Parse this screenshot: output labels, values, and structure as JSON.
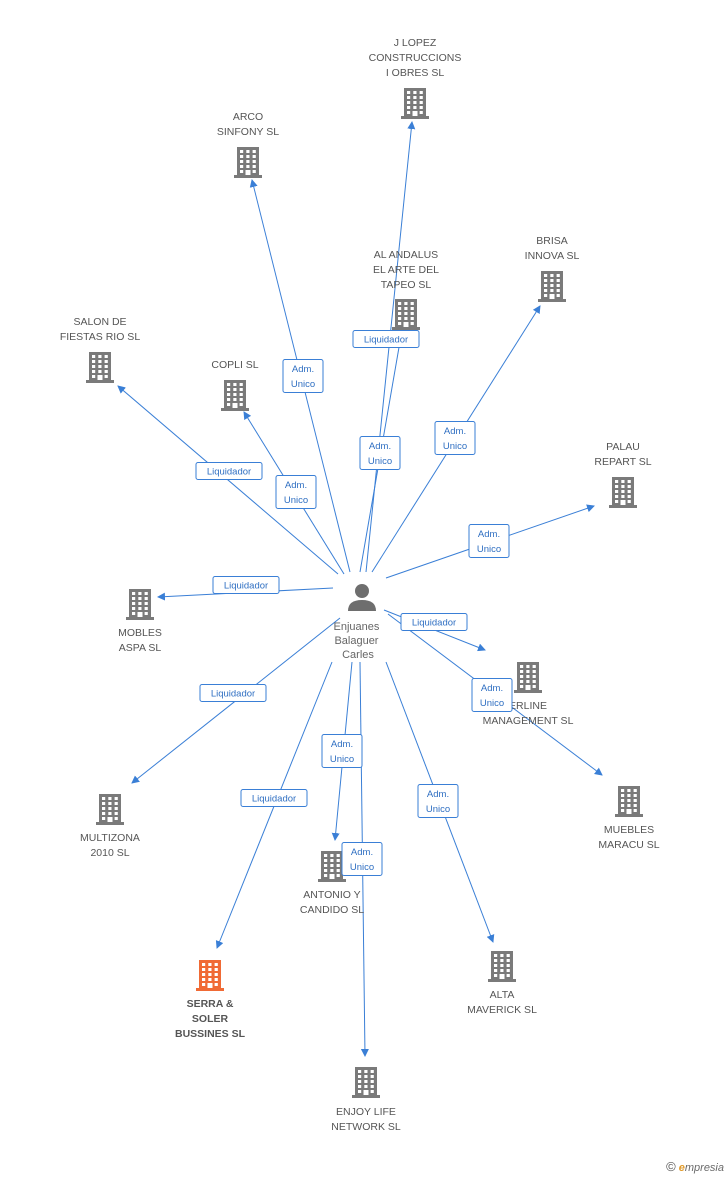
{
  "person": {
    "name_lines": [
      "Enjuanes",
      "Balaguer",
      "Carles"
    ]
  },
  "colors": {
    "edge": "#3a7fd6",
    "building": "#7a7a7a",
    "building_highlight": "#f06a35",
    "person": "#6e6e6e"
  },
  "companies": [
    {
      "id": "jlopez",
      "lines": [
        "J LOPEZ",
        "CONSTRUCCIONS",
        "I OBRES SL"
      ],
      "highlight": false
    },
    {
      "id": "arco",
      "lines": [
        "ARCO",
        "SINFONY SL"
      ],
      "highlight": false
    },
    {
      "id": "alandalus",
      "lines": [
        "AL ANDALUS",
        "EL ARTE DEL",
        "TAPEO SL"
      ],
      "highlight": false
    },
    {
      "id": "brisa",
      "lines": [
        "BRISA",
        "INNOVA SL"
      ],
      "highlight": false
    },
    {
      "id": "salon",
      "lines": [
        "SALON DE",
        "FIESTAS RIO SL"
      ],
      "highlight": false
    },
    {
      "id": "copli",
      "lines": [
        "COPLI SL"
      ],
      "highlight": false
    },
    {
      "id": "palau",
      "lines": [
        "PALAU",
        "REPART SL"
      ],
      "highlight": false
    },
    {
      "id": "mobles",
      "lines": [
        "MOBLES",
        "ASPA SL"
      ],
      "highlight": false
    },
    {
      "id": "erline",
      "lines": [
        "ERLINE",
        "MANAGEMENT SL"
      ],
      "highlight": false
    },
    {
      "id": "multizona",
      "lines": [
        "MULTIZONA",
        "2010 SL"
      ],
      "highlight": false
    },
    {
      "id": "muebles",
      "lines": [
        "MUEBLES",
        "MARACU SL"
      ],
      "highlight": false
    },
    {
      "id": "antonio",
      "lines": [
        "ANTONIO Y",
        "CANDIDO SL"
      ],
      "highlight": false
    },
    {
      "id": "serra",
      "lines": [
        "SERRA &",
        "SOLER",
        "BUSSINES SL"
      ],
      "highlight": true
    },
    {
      "id": "alta",
      "lines": [
        "ALTA",
        "MAVERICK SL"
      ],
      "highlight": false
    },
    {
      "id": "enjoy",
      "lines": [
        "ENJOY LIFE",
        "NETWORK SL"
      ],
      "highlight": false
    }
  ],
  "relations": [
    {
      "target": "jlopez",
      "lines": [
        "Adm.",
        "Unico"
      ]
    },
    {
      "target": "arco",
      "lines": [
        "Adm.",
        "Unico"
      ]
    },
    {
      "target": "alandalus",
      "lines": [
        "Liquidador"
      ]
    },
    {
      "target": "brisa",
      "lines": [
        "Adm.",
        "Unico"
      ]
    },
    {
      "target": "salon",
      "lines": [
        "Liquidador"
      ]
    },
    {
      "target": "copli",
      "lines": [
        "Adm.",
        "Unico"
      ]
    },
    {
      "target": "palau",
      "lines": [
        "Adm.",
        "Unico"
      ]
    },
    {
      "target": "mobles",
      "lines": [
        "Liquidador"
      ]
    },
    {
      "target": "erline",
      "lines": [
        "Liquidador"
      ]
    },
    {
      "target": "multizona",
      "lines": [
        "Liquidador"
      ]
    },
    {
      "target": "muebles",
      "lines": [
        "Adm.",
        "Unico"
      ]
    },
    {
      "target": "antonio",
      "lines": [
        "Adm.",
        "Unico"
      ]
    },
    {
      "target": "serra",
      "lines": [
        "Liquidador"
      ]
    },
    {
      "target": "alta",
      "lines": [
        "Adm.",
        "Unico"
      ]
    },
    {
      "target": "enjoy",
      "lines": [
        "Adm.",
        "Unico"
      ]
    }
  ],
  "watermark": {
    "copyright": "©",
    "brand_initial": "e",
    "brand_rest": "mpresia"
  }
}
